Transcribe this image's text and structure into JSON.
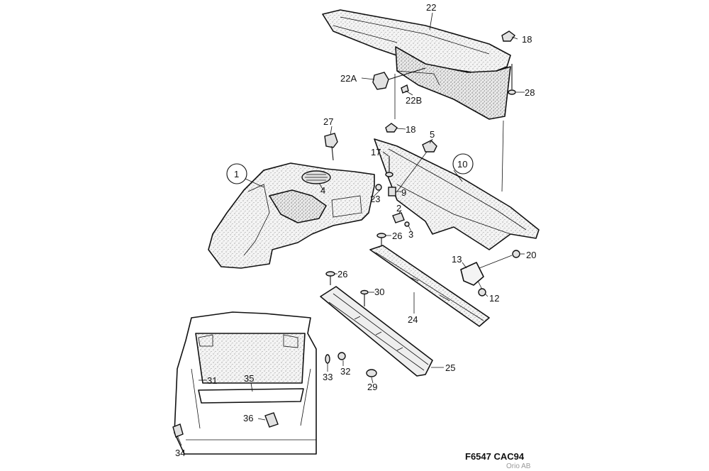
{
  "diagram": {
    "callouts": [
      {
        "id": "c22",
        "label": "22"
      },
      {
        "id": "c18a",
        "label": "18"
      },
      {
        "id": "c22a",
        "label": "22A"
      },
      {
        "id": "c22b",
        "label": "22B"
      },
      {
        "id": "c28",
        "label": "28"
      },
      {
        "id": "c27",
        "label": "27"
      },
      {
        "id": "c18b",
        "label": "18"
      },
      {
        "id": "c5",
        "label": "5"
      },
      {
        "id": "c17",
        "label": "17"
      },
      {
        "id": "c10",
        "label": "10"
      },
      {
        "id": "c1",
        "label": "1"
      },
      {
        "id": "c4",
        "label": "4"
      },
      {
        "id": "c23",
        "label": "23"
      },
      {
        "id": "c9",
        "label": "9"
      },
      {
        "id": "c2",
        "label": "2"
      },
      {
        "id": "c3",
        "label": "3"
      },
      {
        "id": "c26a",
        "label": "26"
      },
      {
        "id": "c13",
        "label": "13"
      },
      {
        "id": "c20",
        "label": "20"
      },
      {
        "id": "c26b",
        "label": "26"
      },
      {
        "id": "c30",
        "label": "30"
      },
      {
        "id": "c12",
        "label": "12"
      },
      {
        "id": "c24",
        "label": "24"
      },
      {
        "id": "c25",
        "label": "25"
      },
      {
        "id": "c31",
        "label": "31"
      },
      {
        "id": "c35",
        "label": "35"
      },
      {
        "id": "c33",
        "label": "33"
      },
      {
        "id": "c32",
        "label": "32"
      },
      {
        "id": "c29",
        "label": "29"
      },
      {
        "id": "c36",
        "label": "36"
      },
      {
        "id": "c34",
        "label": "34"
      }
    ],
    "figure_code": "F6547 CAC94",
    "brand": "Orio AB"
  }
}
